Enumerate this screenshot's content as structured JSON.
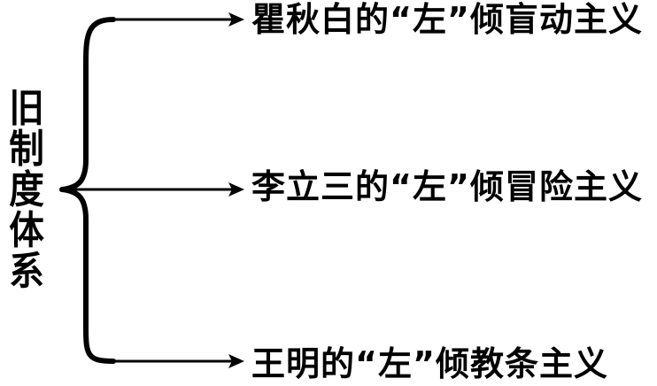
{
  "root": {
    "label_chars": [
      "旧",
      "制",
      "度",
      "体",
      "系"
    ]
  },
  "branches": [
    {
      "label": "瞿秋白的“左”倾盲动主义"
    },
    {
      "label": "李立三的“左”倾冒险主义"
    },
    {
      "label": "王明的“左”倾教条主义"
    }
  ],
  "colors": {
    "line": "#000000",
    "text": "#000000",
    "background": "#ffffff"
  }
}
